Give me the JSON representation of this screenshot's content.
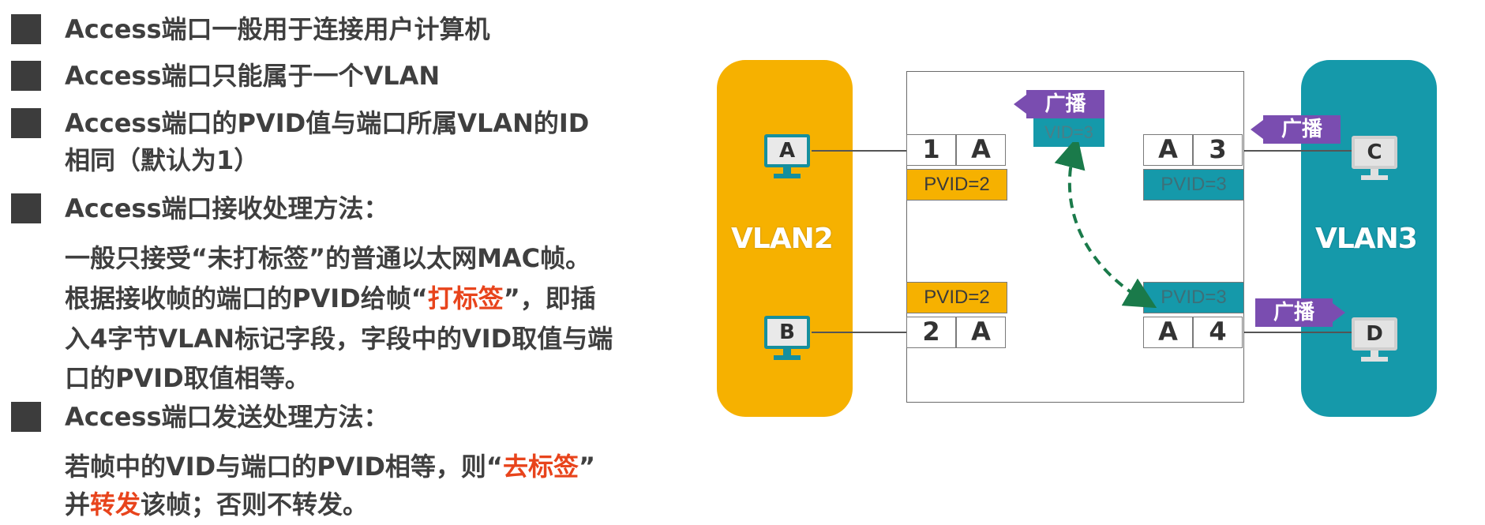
{
  "bullets": [
    {
      "lines": [
        {
          "parts": [
            {
              "t": "Access端口一般用于连接用户计算机"
            }
          ]
        }
      ]
    },
    {
      "lines": [
        {
          "parts": [
            {
              "t": "Access端口只能属于一个VLAN"
            }
          ]
        }
      ]
    },
    {
      "lines": [
        {
          "parts": [
            {
              "t": "Access端口的PVID值与端口所属VLAN的ID"
            }
          ]
        },
        {
          "parts": [
            {
              "t": "相同（默认为1）"
            }
          ]
        }
      ]
    },
    {
      "lines": [
        {
          "parts": [
            {
              "t": "Access端口接收处理方法："
            }
          ]
        }
      ]
    },
    {
      "lines": [
        {
          "parts": [
            {
              "t": "Access端口发送处理方法："
            }
          ]
        }
      ]
    }
  ],
  "receive_desc": {
    "line1": "一般只接受“未打标签”的普通以太网MAC帧。",
    "line2_a": "根据接收帧的端口的PVID给帧“",
    "line2_red": "打标签",
    "line2_b": "”，即插",
    "line3": "入4字节VLAN标记字段，字段中的VID取值与端",
    "line4": "口的PVID取值相等。"
  },
  "send_desc": {
    "line1_a": "若帧中的VID与端口的PVID相等，则“",
    "line1_red": "去标签",
    "line1_b": "”",
    "line2_a": "并",
    "line2_red": "转发",
    "line2_b": "该帧；否则不转发。"
  },
  "diagram": {
    "colors": {
      "vlan2": "#f6b100",
      "vlan3": "#1599aa",
      "broadcast": "#7a4db0",
      "dashed_arrow": "#1a7a4a"
    },
    "vlan2_label": "VLAN2",
    "vlan3_label": "VLAN3",
    "hosts": {
      "a": "A",
      "b": "B",
      "c": "C",
      "d": "D"
    },
    "ports": {
      "p1": {
        "num": "1",
        "vlan": "A",
        "pvid": "PVID=2"
      },
      "p2": {
        "num": "2",
        "vlan": "A",
        "pvid": "PVID=2"
      },
      "p3": {
        "num": "3",
        "vlan": "A",
        "pvid": "PVID=3"
      },
      "p4": {
        "num": "4",
        "vlan": "A",
        "pvid": "PVID=3"
      }
    },
    "vid_tag": "VID=3",
    "broadcast": "广播"
  }
}
